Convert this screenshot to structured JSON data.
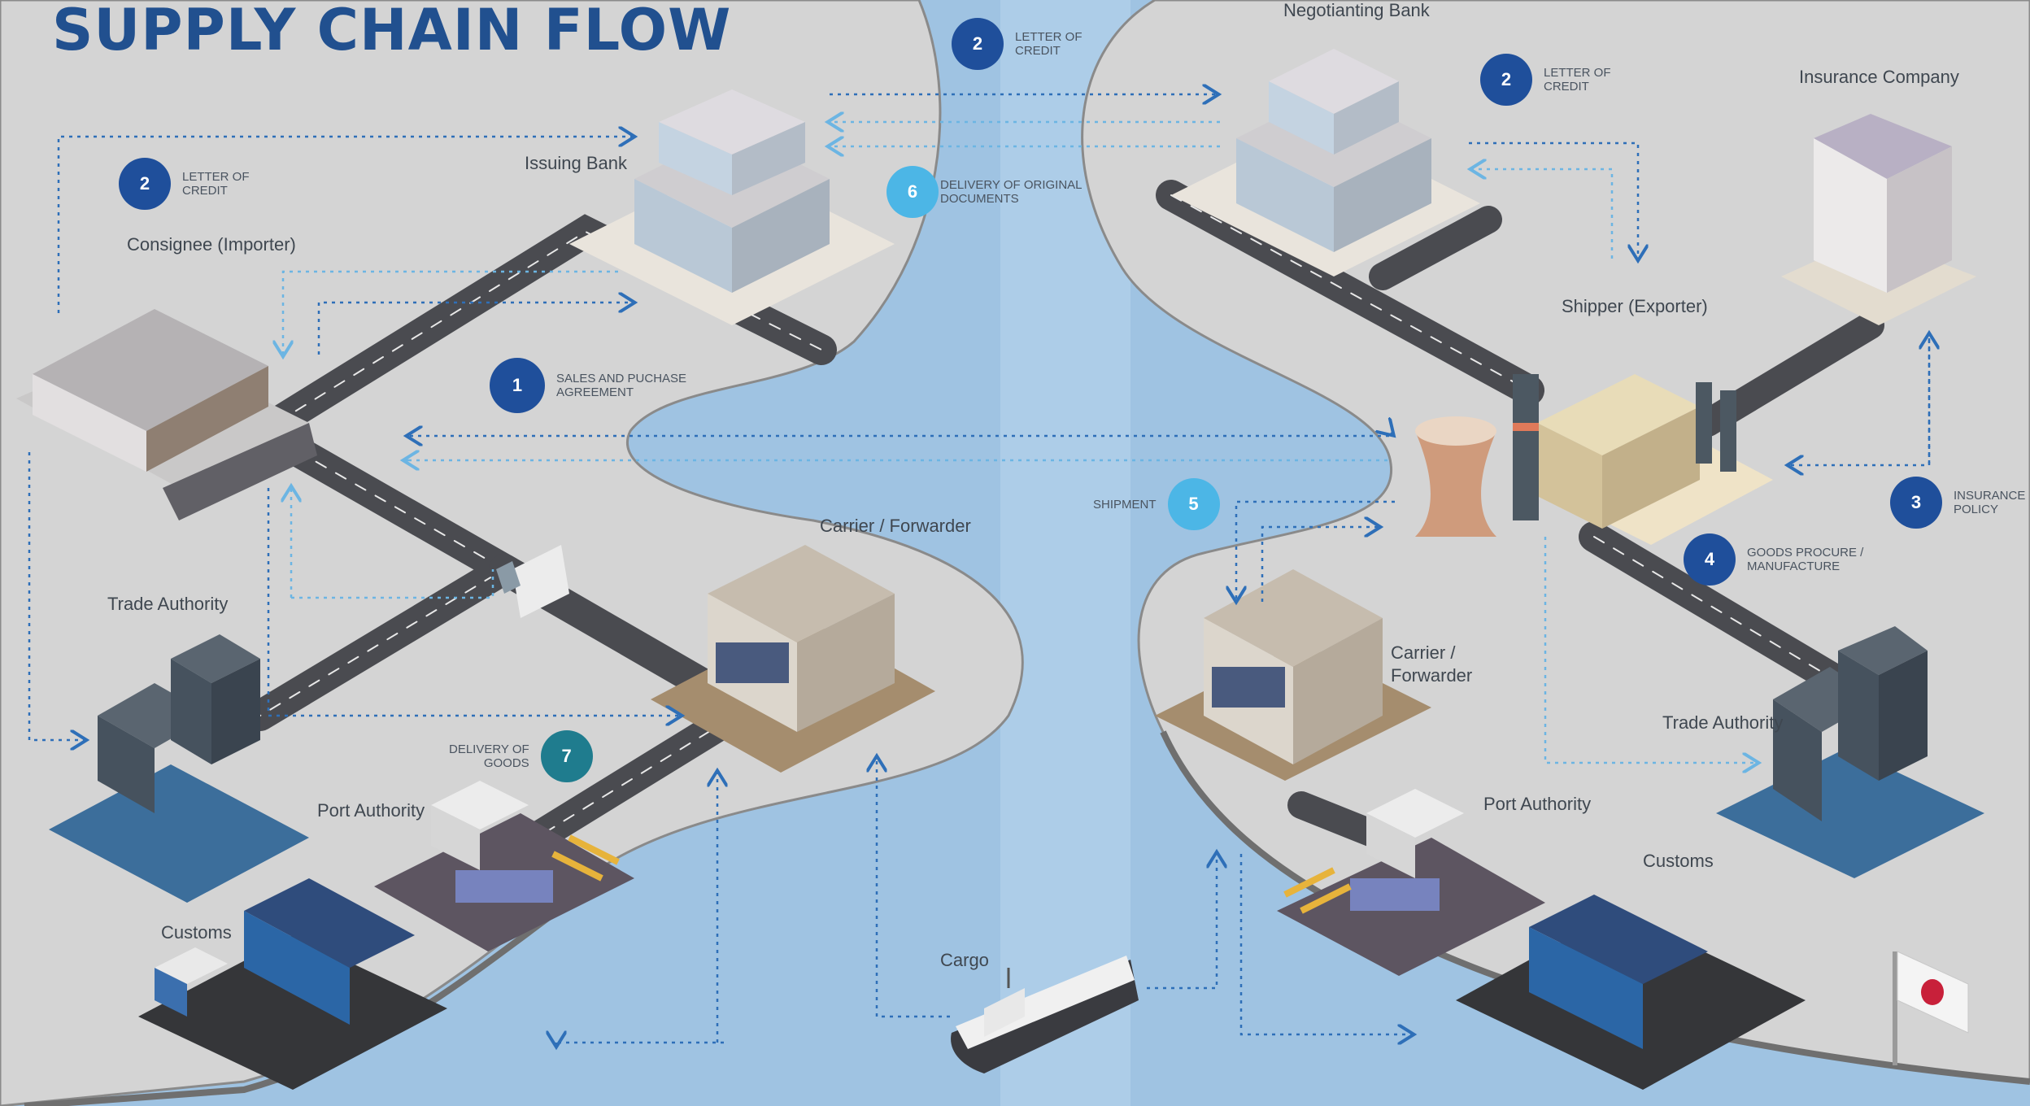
{
  "title": "SUPPLY CHAIN FLOW",
  "colors": {
    "sea": "#9fc3e2",
    "land": "#d4d4d4",
    "road": "#4a4b50",
    "step_dark": "#1f4f9b",
    "step_light": "#4cb6e6",
    "step_teal": "#1f7c8e",
    "arrow": "#2e6fb8",
    "title": "#21508f"
  },
  "nodes": {
    "issuing_bank": "Issuing Bank",
    "consignee": "Consignee (Importer)",
    "trade_authority_left": "Trade Authority",
    "port_authority_left": "Port Authority",
    "customs_left": "Customs",
    "carrier_left": "Carrier / Forwarder",
    "cargo": "Cargo",
    "negotiating_bank": "Negotianting Bank",
    "insurance_company": "Insurance Company",
    "shipper": "Shipper (Exporter)",
    "carrier_right_line1": "Carrier /",
    "carrier_right_line2": "Forwarder",
    "trade_authority_right": "Trade Authority",
    "port_authority_right": "Port Authority",
    "customs_right": "Customs"
  },
  "steps": {
    "s2_center": {
      "num": "2",
      "text": "LETTER OF\nCREDIT"
    },
    "s2_left": {
      "num": "2",
      "text": "LETTER OF\nCREDIT"
    },
    "s2_right": {
      "num": "2",
      "text": "LETTER OF\nCREDIT"
    },
    "s6": {
      "num": "6",
      "text": "DELIVERY OF ORIGINAL\nDOCUMENTS"
    },
    "s1": {
      "num": "1",
      "text": "SALES AND PUCHASE\nAGREEMENT"
    },
    "s5": {
      "num": "5",
      "text": "SHIPMENT"
    },
    "s3": {
      "num": "3",
      "text": "INSURANCE\nPOLICY"
    },
    "s4": {
      "num": "4",
      "text": "GOODS PROCURE /\nMANUFACTURE"
    },
    "s7": {
      "num": "7",
      "text": "DELIVERY OF\nGOODS"
    }
  }
}
